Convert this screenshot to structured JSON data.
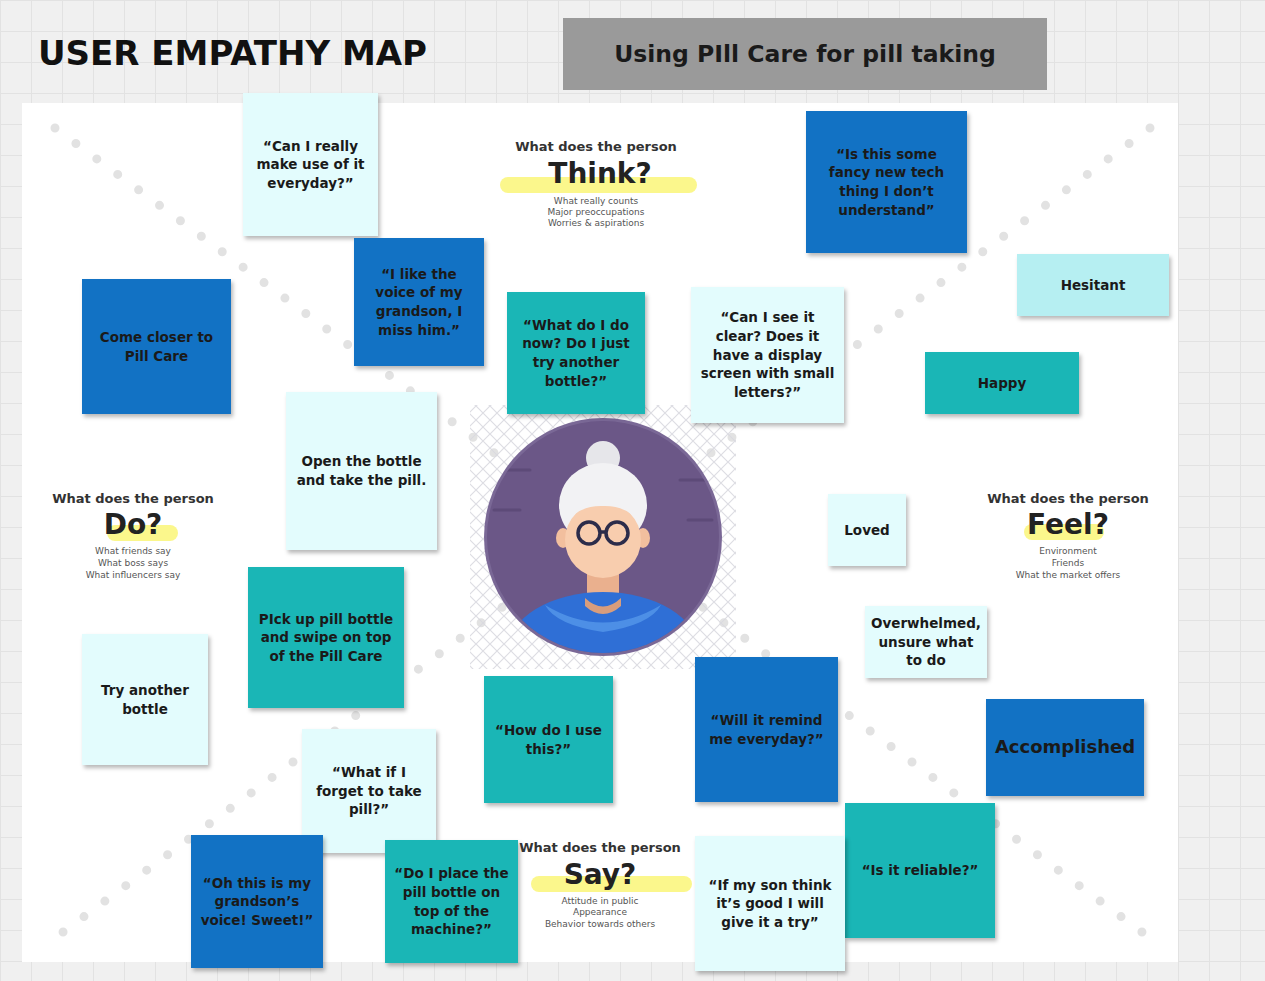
{
  "diagram": {
    "title": "USER EMPATHY MAP",
    "nodes": [
      {
        "text": [
          "Using PIll Care for pill taking"
        ]
      },
      {
        "text": [
          "“Can I really make use of it everyday?”"
        ]
      },
      {
        "text": [
          "“Is this some fancy new tech thing I don’t understand”"
        ]
      },
      {
        "text": [
          "“I like the voice of my grandson, I miss him.”"
        ]
      },
      {
        "text": [
          "Hesitant"
        ]
      },
      {
        "text": [
          "Come closer to Pill Care"
        ]
      },
      {
        "text": [
          "“What do I do now? Do I just try another bottle?”"
        ]
      },
      {
        "text": [
          "“Can I see it clear? Does it have a display screen with small letters?”"
        ]
      },
      {
        "text": [
          "Happy"
        ]
      },
      {
        "text": [
          "Open the bottle and take the pill."
        ]
      },
      {
        "text": [
          "Loved"
        ]
      },
      {
        "text": [
          "PIck up pill bottle and swipe on top of the Pill Care"
        ]
      },
      {
        "text": [
          "Overwhelmed, unsure what to do"
        ]
      },
      {
        "text": [
          "Try another bottle"
        ]
      },
      {
        "text": [
          "“How do I use this?”"
        ]
      },
      {
        "text": [
          "“Will it remind me everyday?”"
        ]
      },
      {
        "text": [
          "Accomplished"
        ]
      },
      {
        "text": [
          "“What if I forget to take pill?”"
        ]
      },
      {
        "text": [
          "“Is it reliable?”"
        ]
      },
      {
        "text": [
          "“Oh this is my grandson’s voice! Sweet!”"
        ]
      },
      {
        "text": [
          "“Do I place the pill bottle on top of the machine?”"
        ]
      },
      {
        "text": [
          "“If my son think it’s good I will give it a try”"
        ]
      }
    ],
    "labels": [
      "What does the person",
      "Think?",
      "What really counts",
      "Major preoccupations",
      "Worries & aspirations",
      "What does the person",
      "Do?",
      "What friends say",
      "What boss says",
      "What influencers say",
      "What does the person",
      "Feel?",
      "Environment",
      "Friends",
      "What the market offers",
      "What does the person",
      "Say?",
      "Attitude in public",
      "Appearance",
      "Behavior towards others"
    ]
  }
}
